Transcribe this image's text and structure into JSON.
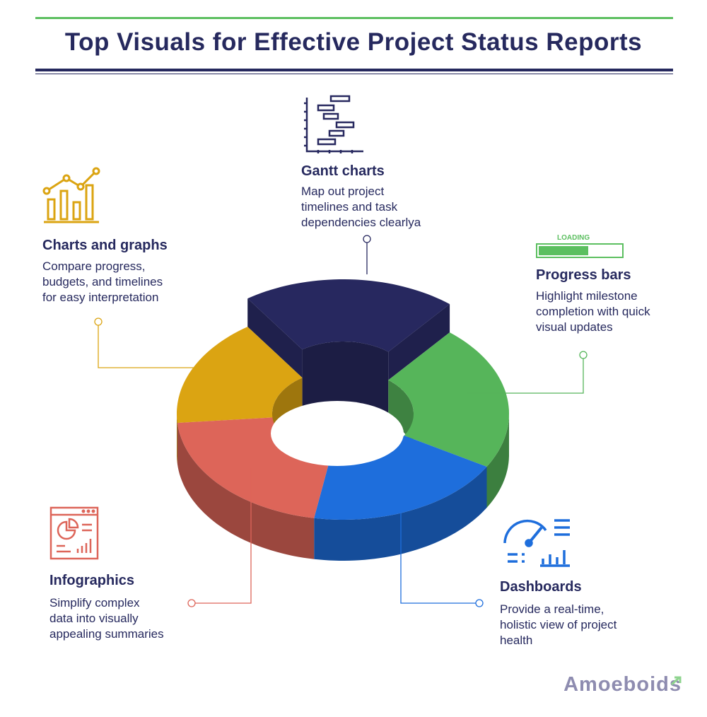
{
  "title": "Top Visuals for Effective Project Status Reports",
  "colors": {
    "navy": "#27285f",
    "gold": "#dba412",
    "green": "#56b55a",
    "blue": "#1e6edc",
    "red": "#dd6559",
    "accent_line": "#5cbf60"
  },
  "items": [
    {
      "key": "gantt",
      "heading": "Gantt charts",
      "desc": [
        "Map out project",
        "timelines and task",
        "dependencies clearlya"
      ],
      "icon": "gantt-chart-icon"
    },
    {
      "key": "charts",
      "heading": "Charts and graphs",
      "desc": [
        "Compare progress,",
        "budgets, and timelines",
        "for easy interpretation"
      ],
      "icon": "bar-line-chart-icon"
    },
    {
      "key": "progress",
      "heading": "Progress bars",
      "desc": [
        "Highlight milestone",
        "completion with quick",
        "visual updates"
      ],
      "icon": "progress-bar-icon",
      "icon_label": "LOADING",
      "progress_fraction": 0.6
    },
    {
      "key": "infographics",
      "heading": "Infographics",
      "desc": [
        "Simplify complex",
        "data into visually",
        "appealing summaries"
      ],
      "icon": "infographic-icon"
    },
    {
      "key": "dashboards",
      "heading": "Dashboards",
      "desc": [
        "Provide a real-time,",
        "holistic view of project",
        "health"
      ],
      "icon": "dashboard-icon"
    }
  ],
  "logo": "Amoeboids"
}
